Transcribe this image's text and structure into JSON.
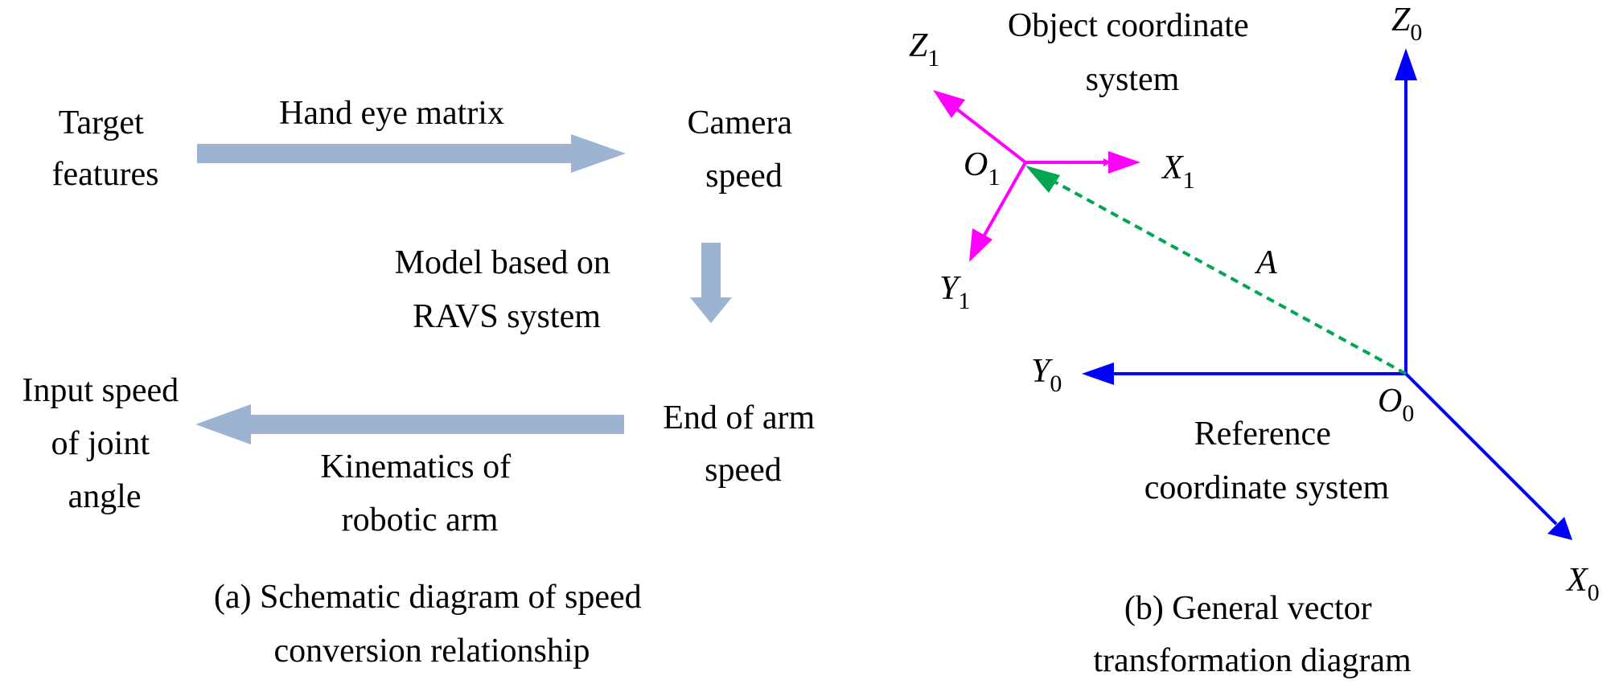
{
  "panel_a": {
    "target_features": [
      "Target",
      "features"
    ],
    "hand_eye_matrix": "Hand eye matrix",
    "camera_speed": [
      "Camera",
      "speed"
    ],
    "model_ravs": [
      "Model based on",
      "RAVS system"
    ],
    "end_of_arm_speed": [
      "End of arm",
      "speed"
    ],
    "kinematics": [
      "Kinematics of",
      "robotic arm"
    ],
    "input_speed": [
      "Input speed",
      "of joint",
      "angle"
    ],
    "caption": [
      "(a) Schematic diagram of speed",
      "conversion relationship"
    ],
    "arrow_color": "#9db3d2"
  },
  "panel_b": {
    "object_system": [
      "Object coordinate",
      "system"
    ],
    "reference_system": [
      "Reference",
      "coordinate system"
    ],
    "vector_label": "A",
    "z1": "Z",
    "z1_sub": "1",
    "x1": "X",
    "x1_sub": "1",
    "y1": "Y",
    "y1_sub": "1",
    "o1": "O",
    "o1_sub": "1",
    "z0": "Z",
    "z0_sub": "0",
    "x0": "X",
    "x0_sub": "0",
    "y0": "Y",
    "y0_sub": "0",
    "o0": "O",
    "o0_sub": "0",
    "caption": [
      "(b) General vector",
      "transformation diagram"
    ],
    "object_axis_color": "#ff00ff",
    "reference_axis_color": "#0000ff",
    "vector_color": "#00a651"
  }
}
